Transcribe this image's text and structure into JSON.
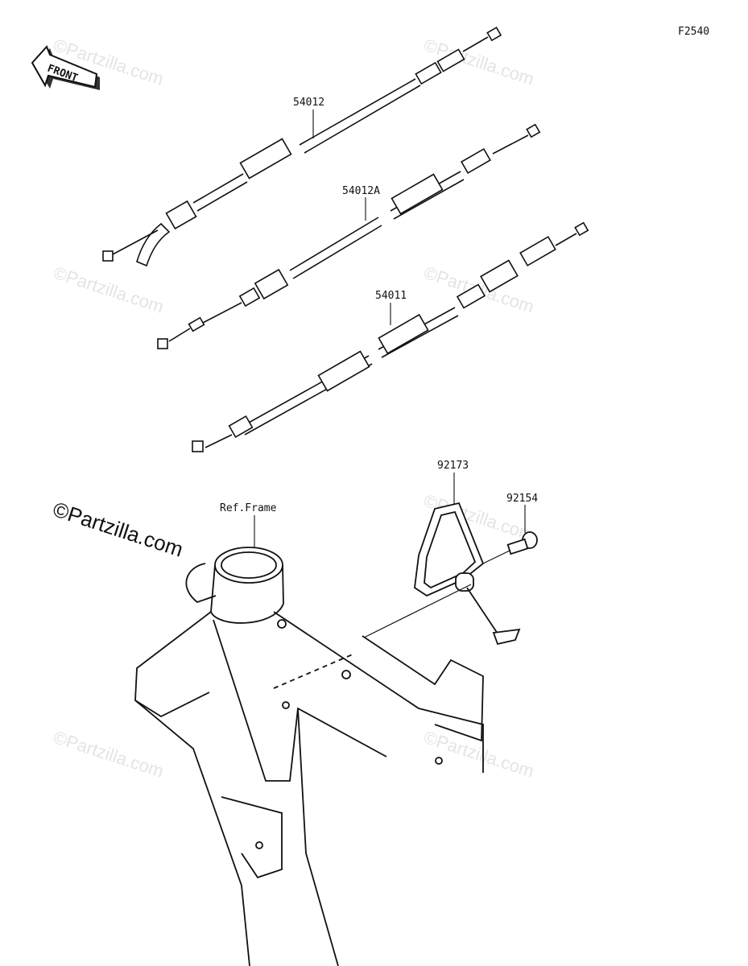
{
  "figure_code": "F2540",
  "front_label": "FRONT",
  "watermark_main": "©Partzilla.com",
  "watermark_faint": "©Partzilla.com",
  "parts": {
    "cable_a": "54012",
    "cable_b": "54012A",
    "cable_c": "54011",
    "bracket": "92173",
    "bolt": "92154",
    "frame_ref": "Ref.Frame"
  }
}
